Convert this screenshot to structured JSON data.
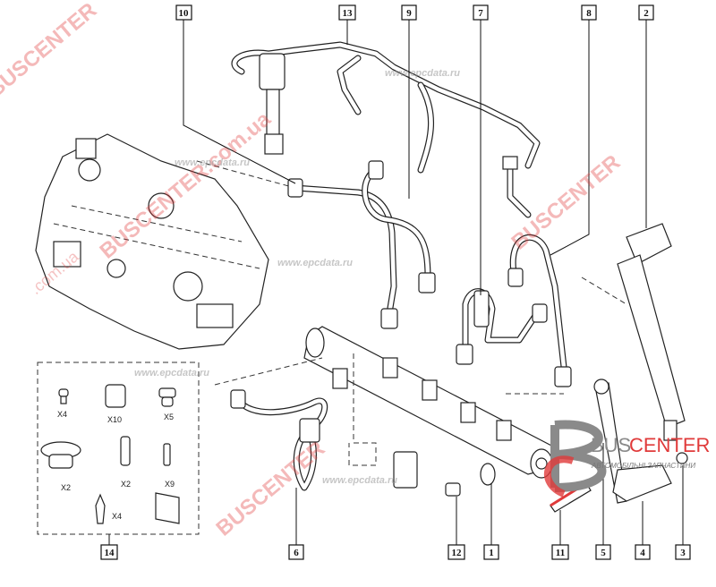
{
  "diagram": {
    "callouts": {
      "c10": "10",
      "c13": "13",
      "c9": "9",
      "c7": "7",
      "c8": "8",
      "c2": "2",
      "c14": "14",
      "c6": "6",
      "c12": "12",
      "c1": "1",
      "c11": "11",
      "c5": "5",
      "c4": "4",
      "c3": "3"
    },
    "kit_quantities": {
      "q1": "X4",
      "q2": "X10",
      "q3": "X5",
      "q4": "X2",
      "q5": "X2",
      "q6": "X9",
      "q7": "X4"
    }
  },
  "watermarks": {
    "brand": "BUSCENTER",
    "domain": "BUSCENTER.com.ua",
    "site": "www.epcdata.ru",
    "com": ".com.ua"
  },
  "logo": {
    "name_a": "BUS",
    "name_b": "CENTER",
    "tagline": "АВТОМОБІЛЬНІ ЗАПЧАСТИНИ"
  },
  "colors": {
    "watermark": "#e03a3a",
    "logo_grey": "#8a8a8a"
  }
}
